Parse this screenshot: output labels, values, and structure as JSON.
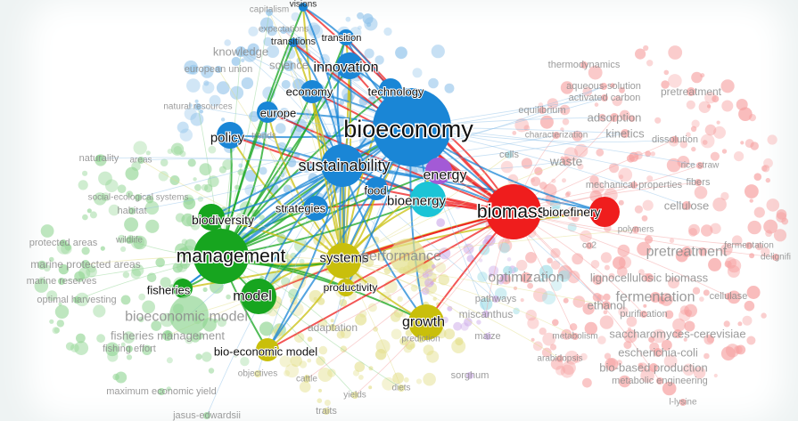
{
  "map": {
    "nodes": [
      {
        "id": "bioeconomy",
        "label": "bioeconomy",
        "cluster": "blue",
        "size": "large",
        "emphasis": "major"
      },
      {
        "id": "sustainability",
        "label": "sustainability",
        "cluster": "blue",
        "size": "medium",
        "emphasis": "major"
      },
      {
        "id": "innovation",
        "label": "innovation",
        "cluster": "blue",
        "size": "medium",
        "emphasis": "major"
      },
      {
        "id": "policy",
        "label": "policy",
        "cluster": "blue",
        "size": "medium",
        "emphasis": "major"
      },
      {
        "id": "economy",
        "label": "economy",
        "cluster": "blue",
        "size": "small",
        "emphasis": "major"
      },
      {
        "id": "technology",
        "label": "technology",
        "cluster": "blue",
        "size": "small",
        "emphasis": "major"
      },
      {
        "id": "europe",
        "label": "europe",
        "cluster": "blue",
        "size": "small",
        "emphasis": "major"
      },
      {
        "id": "transition",
        "label": "transition",
        "cluster": "blue",
        "size": "small",
        "emphasis": "major"
      },
      {
        "id": "strategies",
        "label": "strategies",
        "cluster": "blue",
        "size": "small",
        "emphasis": "major"
      },
      {
        "id": "food",
        "label": "food",
        "cluster": "blue",
        "size": "small",
        "emphasis": "major"
      },
      {
        "id": "bioenergy",
        "label": "bioenergy",
        "cluster": "cyan",
        "size": "medium",
        "emphasis": "major"
      },
      {
        "id": "energy",
        "label": "energy",
        "cluster": "purple",
        "size": "medium",
        "emphasis": "major"
      },
      {
        "id": "biomass",
        "label": "biomass",
        "cluster": "red",
        "size": "large",
        "emphasis": "major"
      },
      {
        "id": "biorefinery",
        "label": "biorefinery",
        "cluster": "red",
        "size": "medium",
        "emphasis": "major"
      },
      {
        "id": "management",
        "label": "management",
        "cluster": "green",
        "size": "large",
        "emphasis": "major"
      },
      {
        "id": "biodiversity",
        "label": "biodiversity",
        "cluster": "green",
        "size": "medium",
        "emphasis": "major"
      },
      {
        "id": "fisheries",
        "label": "fisheries",
        "cluster": "green",
        "size": "small",
        "emphasis": "major"
      },
      {
        "id": "model",
        "label": "model",
        "cluster": "green",
        "size": "medium",
        "emphasis": "major"
      },
      {
        "id": "bioeconomic-model",
        "label": "bioeconomic model",
        "cluster": "green",
        "size": "medium",
        "emphasis": "faded"
      },
      {
        "id": "systems",
        "label": "systems",
        "cluster": "yellow",
        "size": "medium",
        "emphasis": "major"
      },
      {
        "id": "productivity",
        "label": "productivity",
        "cluster": "yellow",
        "size": "small",
        "emphasis": "major"
      },
      {
        "id": "growth",
        "label": "growth",
        "cluster": "yellow",
        "size": "medium",
        "emphasis": "major"
      },
      {
        "id": "bio-economic-model",
        "label": "bio-economic model",
        "cluster": "yellow",
        "size": "small",
        "emphasis": "major"
      },
      {
        "id": "performance",
        "label": "performance",
        "cluster": "yellow",
        "size": "medium",
        "emphasis": "faded"
      },
      {
        "id": "visions",
        "label": "visions",
        "cluster": "blue",
        "size": "tiny",
        "emphasis": "minor"
      },
      {
        "id": "capitalism",
        "label": "capitalism",
        "cluster": "blue",
        "size": "tiny",
        "emphasis": "faded"
      },
      {
        "id": "expectations",
        "label": "expectations",
        "cluster": "blue",
        "size": "tiny",
        "emphasis": "faded"
      },
      {
        "id": "transitions",
        "label": "transitions",
        "cluster": "blue",
        "size": "tiny",
        "emphasis": "minor"
      },
      {
        "id": "knowledge",
        "label": "knowledge",
        "cluster": "blue",
        "size": "small",
        "emphasis": "faded"
      },
      {
        "id": "science",
        "label": "science",
        "cluster": "blue",
        "size": "small",
        "emphasis": "faded"
      },
      {
        "id": "european-union",
        "label": "european union",
        "cluster": "blue",
        "size": "tiny",
        "emphasis": "faded"
      },
      {
        "id": "natural-resources",
        "label": "natural resources",
        "cluster": "blue",
        "size": "tiny",
        "emphasis": "faded"
      },
      {
        "id": "trends",
        "label": "trends",
        "cluster": "blue",
        "size": "tiny",
        "emphasis": "faded"
      },
      {
        "id": "naturality",
        "label": "naturality",
        "cluster": "green",
        "size": "tiny",
        "emphasis": "faded"
      },
      {
        "id": "areas",
        "label": "areas",
        "cluster": "green",
        "size": "tiny",
        "emphasis": "faded"
      },
      {
        "id": "social-ecological-systems",
        "label": "social-ecological systems",
        "cluster": "green",
        "size": "tiny",
        "emphasis": "faded"
      },
      {
        "id": "habitat",
        "label": "habitat",
        "cluster": "green",
        "size": "tiny",
        "emphasis": "faded"
      },
      {
        "id": "protected-areas",
        "label": "protected areas",
        "cluster": "green",
        "size": "tiny",
        "emphasis": "faded"
      },
      {
        "id": "wildlife",
        "label": "wildlife",
        "cluster": "green",
        "size": "tiny",
        "emphasis": "faded"
      },
      {
        "id": "marine-protected-areas",
        "label": "marine protected areas",
        "cluster": "green",
        "size": "small",
        "emphasis": "faded"
      },
      {
        "id": "marine-reserves",
        "label": "marine reserves",
        "cluster": "green",
        "size": "tiny",
        "emphasis": "faded"
      },
      {
        "id": "optimal-harvesting",
        "label": "optimal harvesting",
        "cluster": "green",
        "size": "tiny",
        "emphasis": "faded"
      },
      {
        "id": "fisheries-management",
        "label": "fisheries management",
        "cluster": "green",
        "size": "small",
        "emphasis": "faded"
      },
      {
        "id": "fishing-effort",
        "label": "fishing effort",
        "cluster": "green",
        "size": "tiny",
        "emphasis": "faded"
      },
      {
        "id": "maximum-economic-yield",
        "label": "maximum economic yield",
        "cluster": "green",
        "size": "tiny",
        "emphasis": "faded"
      },
      {
        "id": "jasus-edwardsii",
        "label": "jasus-edwardsii",
        "cluster": "green",
        "size": "tiny",
        "emphasis": "faded"
      },
      {
        "id": "objectives",
        "label": "objectives",
        "cluster": "yellow",
        "size": "tiny",
        "emphasis": "faded"
      },
      {
        "id": "cattle",
        "label": "cattle",
        "cluster": "yellow",
        "size": "tiny",
        "emphasis": "faded"
      },
      {
        "id": "yields",
        "label": "yields",
        "cluster": "yellow",
        "size": "tiny",
        "emphasis": "faded"
      },
      {
        "id": "traits",
        "label": "traits",
        "cluster": "yellow",
        "size": "tiny",
        "emphasis": "faded"
      },
      {
        "id": "diets",
        "label": "diets",
        "cluster": "yellow",
        "size": "tiny",
        "emphasis": "faded"
      },
      {
        "id": "adaptation",
        "label": "adaptation",
        "cluster": "yellow",
        "size": "tiny",
        "emphasis": "faded"
      },
      {
        "id": "prediction",
        "label": "prediction",
        "cluster": "yellow",
        "size": "tiny",
        "emphasis": "faded"
      },
      {
        "id": "miscanthus",
        "label": "miscanthus",
        "cluster": "purple",
        "size": "tiny",
        "emphasis": "faded"
      },
      {
        "id": "maize",
        "label": "maize",
        "cluster": "purple",
        "size": "tiny",
        "emphasis": "faded"
      },
      {
        "id": "sorghum",
        "label": "sorghum",
        "cluster": "purple",
        "size": "tiny",
        "emphasis": "faded"
      },
      {
        "id": "pathways",
        "label": "pathways",
        "cluster": "purple",
        "size": "tiny",
        "emphasis": "faded"
      },
      {
        "id": "cells",
        "label": "cells",
        "cluster": "cyan",
        "size": "tiny",
        "emphasis": "faded"
      },
      {
        "id": "thermodynamics",
        "label": "thermodynamics",
        "cluster": "red",
        "size": "tiny",
        "emphasis": "faded"
      },
      {
        "id": "aqueous-solution",
        "label": "aqueous-solution",
        "cluster": "red",
        "size": "tiny",
        "emphasis": "faded"
      },
      {
        "id": "activated-carbon",
        "label": "activated carbon",
        "cluster": "red",
        "size": "tiny",
        "emphasis": "faded"
      },
      {
        "id": "pretreatment-top",
        "label": "pretreatment",
        "cluster": "red",
        "size": "small",
        "emphasis": "faded"
      },
      {
        "id": "equilibrium",
        "label": "equilibrium",
        "cluster": "red",
        "size": "tiny",
        "emphasis": "faded"
      },
      {
        "id": "adsorption",
        "label": "adsorption",
        "cluster": "red",
        "size": "small",
        "emphasis": "faded"
      },
      {
        "id": "characterization",
        "label": "characterization",
        "cluster": "red",
        "size": "tiny",
        "emphasis": "faded"
      },
      {
        "id": "kinetics",
        "label": "kinetics",
        "cluster": "red",
        "size": "small",
        "emphasis": "faded"
      },
      {
        "id": "dissolution",
        "label": "dissolution",
        "cluster": "red",
        "size": "tiny",
        "emphasis": "faded"
      },
      {
        "id": "waste",
        "label": "waste",
        "cluster": "red",
        "size": "small",
        "emphasis": "faded"
      },
      {
        "id": "rice-straw",
        "label": "rice straw",
        "cluster": "red",
        "size": "tiny",
        "emphasis": "faded"
      },
      {
        "id": "fibers",
        "label": "fibers",
        "cluster": "red",
        "size": "tiny",
        "emphasis": "faded"
      },
      {
        "id": "mechanical-properties",
        "label": "mechanical-properties",
        "cluster": "red",
        "size": "tiny",
        "emphasis": "faded"
      },
      {
        "id": "cellulose",
        "label": "cellulose",
        "cluster": "red",
        "size": "small",
        "emphasis": "faded"
      },
      {
        "id": "polymers",
        "label": "polymers",
        "cluster": "red",
        "size": "tiny",
        "emphasis": "faded"
      },
      {
        "id": "co2",
        "label": "co2",
        "cluster": "red",
        "size": "tiny",
        "emphasis": "faded"
      },
      {
        "id": "fermentation-top",
        "label": "fermentation",
        "cluster": "red",
        "size": "tiny",
        "emphasis": "faded"
      },
      {
        "id": "delignification",
        "label": "delignifi",
        "cluster": "red",
        "size": "tiny",
        "emphasis": "faded"
      },
      {
        "id": "pretreatment",
        "label": "pretreatment",
        "cluster": "red",
        "size": "medium",
        "emphasis": "faded"
      },
      {
        "id": "optimization",
        "label": "optimization",
        "cluster": "red",
        "size": "medium",
        "emphasis": "faded"
      },
      {
        "id": "lignocellulosic-biomass",
        "label": "lignocellulosic biomass",
        "cluster": "red",
        "size": "small",
        "emphasis": "faded"
      },
      {
        "id": "fermentation",
        "label": "fermentation",
        "cluster": "red",
        "size": "medium",
        "emphasis": "faded"
      },
      {
        "id": "cellulase",
        "label": "cellulase",
        "cluster": "red",
        "size": "tiny",
        "emphasis": "faded"
      },
      {
        "id": "ethanol",
        "label": "ethanol",
        "cluster": "red",
        "size": "small",
        "emphasis": "faded"
      },
      {
        "id": "purification",
        "label": "purification",
        "cluster": "red",
        "size": "tiny",
        "emphasis": "faded"
      },
      {
        "id": "saccharomyces-cerevisiae",
        "label": "saccharomyces-cerevisiae",
        "cluster": "red",
        "size": "small",
        "emphasis": "faded"
      },
      {
        "id": "metabolism",
        "label": "metabolism",
        "cluster": "red",
        "size": "tiny",
        "emphasis": "faded"
      },
      {
        "id": "escherichia-coli",
        "label": "escherichia-coli",
        "cluster": "red",
        "size": "small",
        "emphasis": "faded"
      },
      {
        "id": "arabidopsis",
        "label": "arabidopsis",
        "cluster": "red",
        "size": "tiny",
        "emphasis": "faded"
      },
      {
        "id": "bio-based-production",
        "label": "bio-based production",
        "cluster": "red",
        "size": "small",
        "emphasis": "faded"
      },
      {
        "id": "metabolic-engineering",
        "label": "metabolic engineering",
        "cluster": "red",
        "size": "tiny",
        "emphasis": "faded"
      },
      {
        "id": "l-lysine",
        "label": "l-lysine",
        "cluster": "red",
        "size": "tiny",
        "emphasis": "faded"
      }
    ],
    "clusters": {
      "blue": {
        "color": "#1a86d6",
        "faded": "#8fc2ea"
      },
      "green": {
        "color": "#17a51f",
        "faded": "#92d594"
      },
      "red": {
        "color": "#ef1d1d",
        "faded": "#f6a0a0"
      },
      "yellow": {
        "color": "#c9bf0b",
        "faded": "#e3df8a"
      },
      "cyan": {
        "color": "#1bc4d6",
        "faded": "#9fdde6"
      },
      "purple": {
        "color": "#a35ad6",
        "faded": "#cfaeea"
      }
    }
  }
}
